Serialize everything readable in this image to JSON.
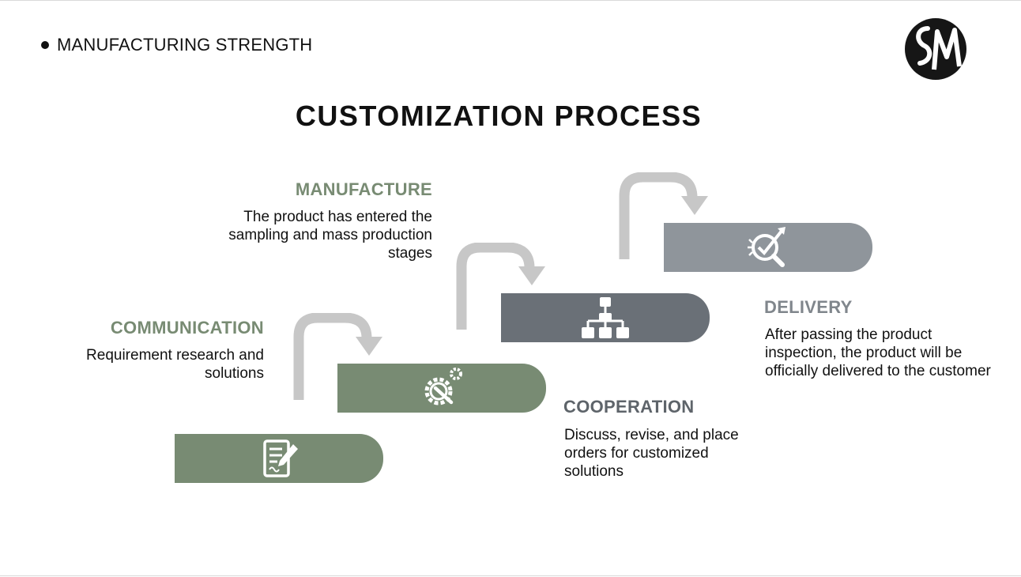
{
  "header": {
    "section_label": "MANUFACTURING STRENGTH",
    "logo_icon": "sm-logo-icon"
  },
  "title": "CUSTOMIZATION PROCESS",
  "colors": {
    "green": "#788b73",
    "dark_grey": "#6a7077",
    "grey": "#8f959b",
    "arrow": "#c7c7c7"
  },
  "steps": [
    {
      "id": "communication",
      "title": "COMMUNICATION",
      "description": "Requirement research and solutions",
      "icon": "document-pen-icon"
    },
    {
      "id": "cooperation",
      "title": "COOPERATION",
      "description": "Discuss, revise, and place orders for customized solutions",
      "icon": "gear-wrench-icon"
    },
    {
      "id": "manufacture",
      "title": "MANUFACTURE",
      "description": "The product has entered the sampling and mass production stages",
      "icon": "org-chart-icon"
    },
    {
      "id": "delivery",
      "title": "DELIVERY",
      "description": "After passing the product inspection, the product will be officially delivered to the customer",
      "icon": "check-magnifier-icon"
    }
  ]
}
